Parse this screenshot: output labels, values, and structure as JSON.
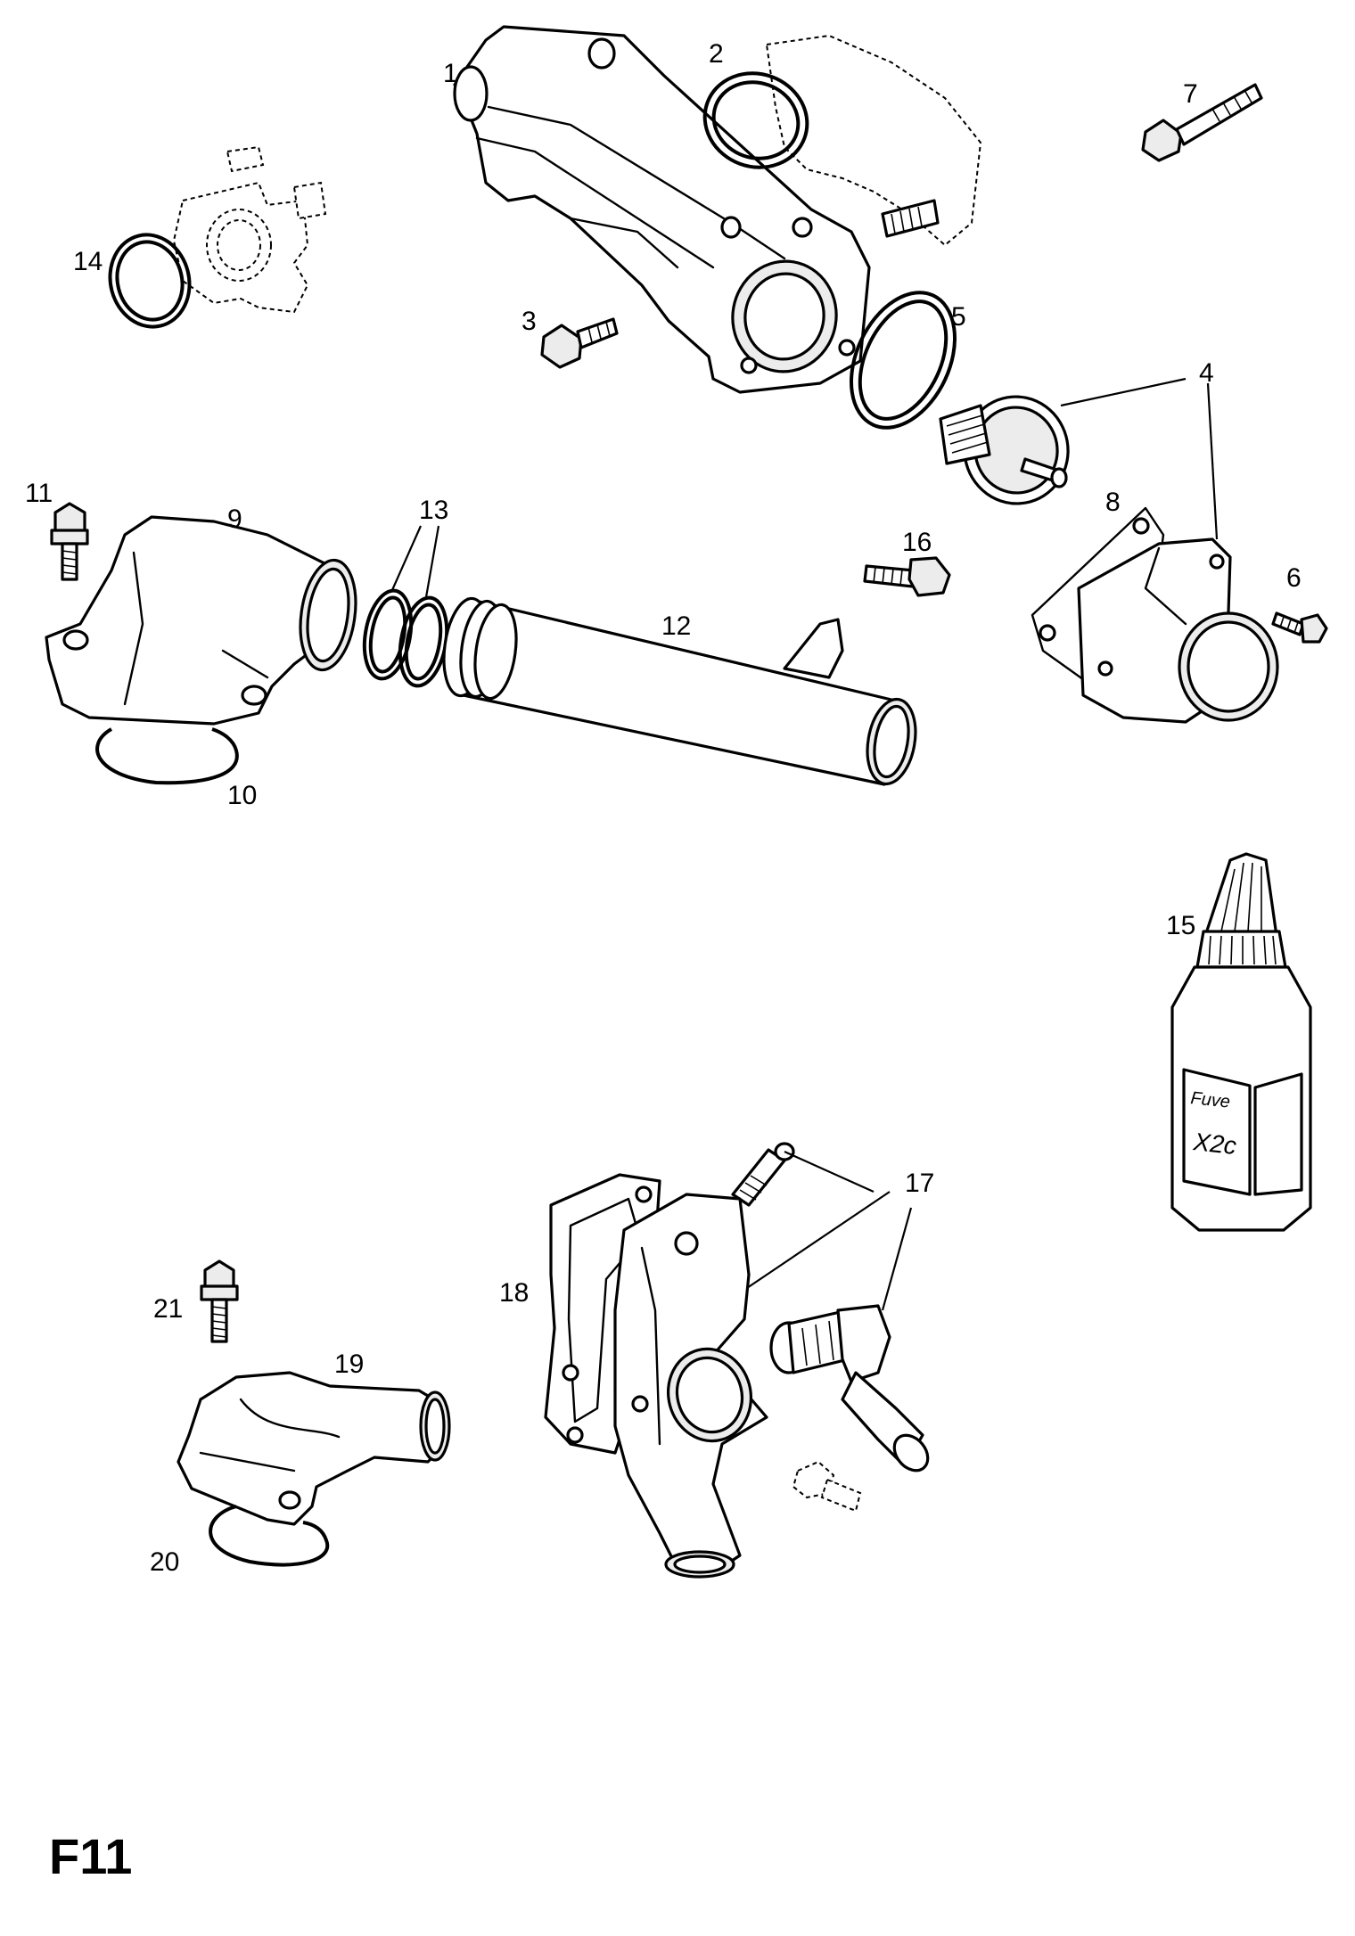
{
  "diagram": {
    "sheet_code": "F11",
    "callouts": [
      "1",
      "2",
      "3",
      "4",
      "5",
      "6",
      "7",
      "8",
      "9",
      "10",
      "11",
      "12",
      "13",
      "14",
      "15",
      "16",
      "17",
      "18",
      "19",
      "20",
      "21"
    ],
    "bottle_label": {
      "line1": "Fuve",
      "line2": "X2c"
    }
  }
}
